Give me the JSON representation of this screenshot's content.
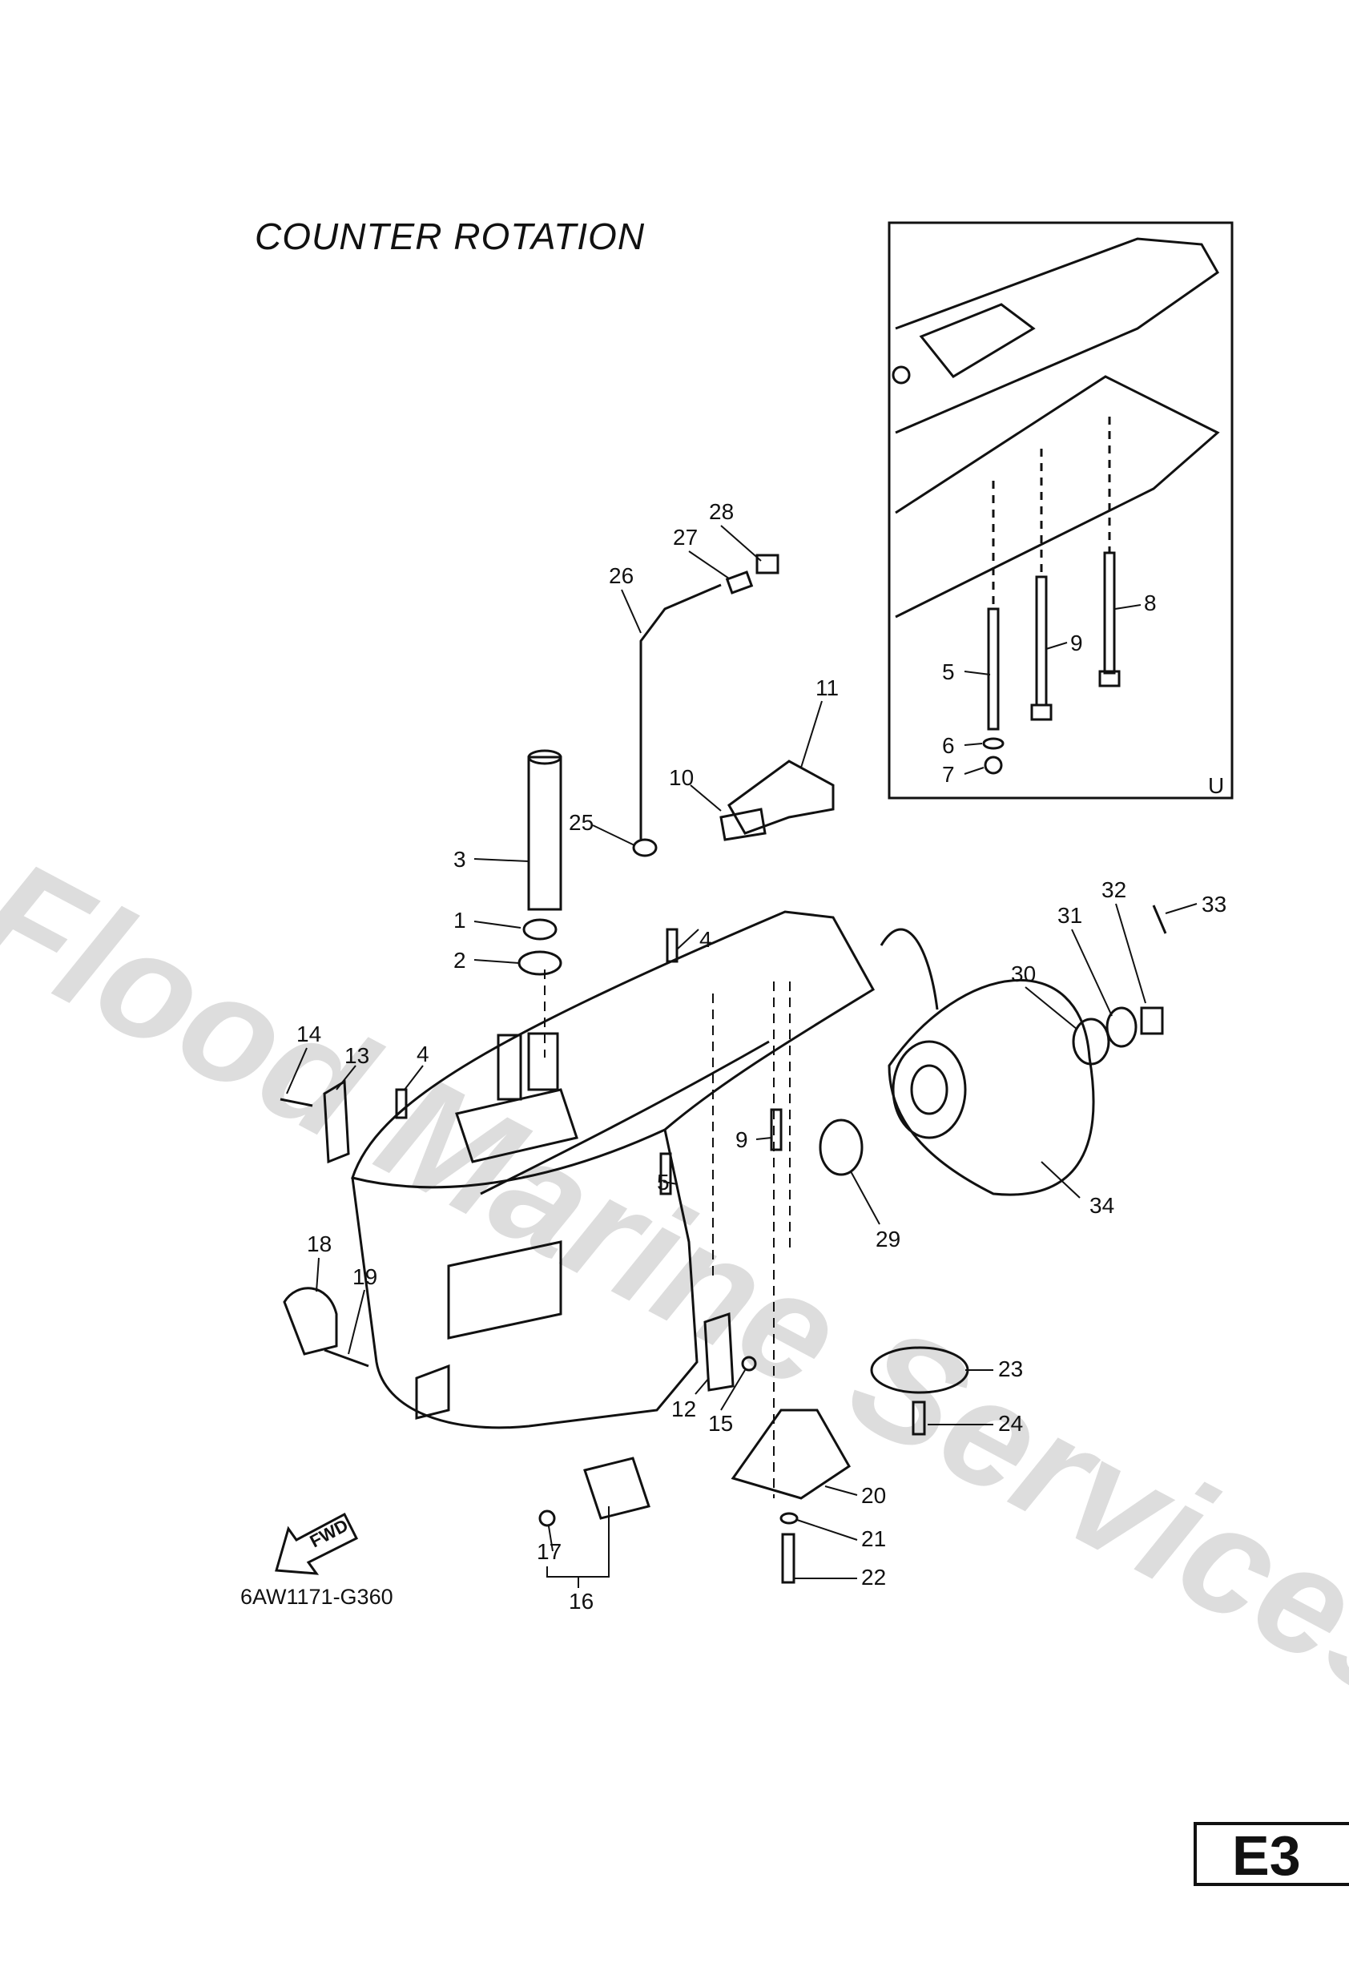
{
  "title": "COUNTER ROTATION",
  "drawing_code": "6AW1171-G360",
  "page_label": "E3",
  "inset_mark": "U",
  "fwd_label": "FWD",
  "watermark": "Flood Marine Services",
  "callouts": {
    "main": [
      "1",
      "2",
      "3",
      "4",
      "4",
      "5",
      "9",
      "10",
      "11",
      "12",
      "13",
      "14",
      "15",
      "16",
      "17",
      "18",
      "19",
      "20",
      "21",
      "22",
      "23",
      "24",
      "25",
      "26",
      "27",
      "28",
      "29",
      "30",
      "31",
      "32",
      "33",
      "34"
    ],
    "inset": [
      "5",
      "6",
      "7",
      "8",
      "9"
    ]
  }
}
